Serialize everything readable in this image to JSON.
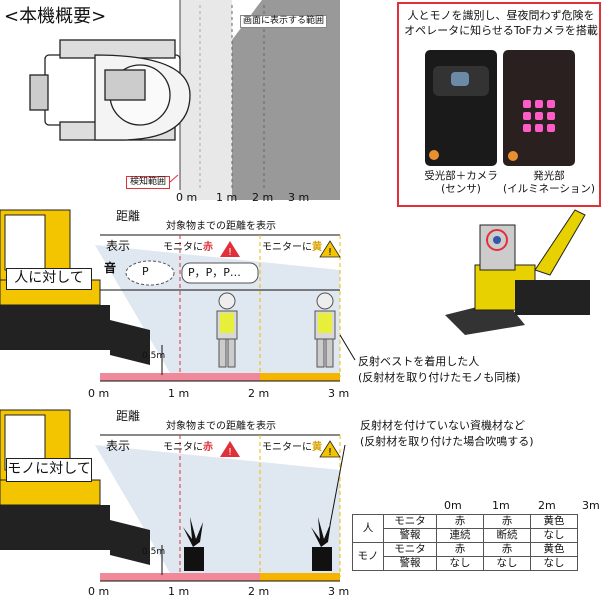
{
  "title": "<本機概要>",
  "top_view": {
    "screen_range_label": "画面に表示する範囲",
    "detect_range_label": "検知範囲",
    "distances": [
      "0 m",
      "1 m",
      "2 m",
      "3 m"
    ]
  },
  "camera_box": {
    "title_line1": "人とモノを識別し、昼夜問わず危険を",
    "title_line2": "オペレータに知らせるToFカメラを搭載",
    "left_caption_line1": "受光部＋カメラ",
    "left_caption_line2": "(センサ)",
    "right_caption_line1": "発光部",
    "right_caption_line2": "(イルミネーション)"
  },
  "person_panel": {
    "label": "人に対して",
    "distance_label": "距離",
    "distance_desc": "対象物までの距離を表示",
    "display_label": "表示",
    "sound_label": "音",
    "monitor_red": "モニタに",
    "monitor_red_word": "赤",
    "monitor_yellow": "モニターに",
    "monitor_yellow_word": "黄",
    "beep_single": "P",
    "beep_multi": "P，P，P…",
    "height_label": "0.5m",
    "axis": [
      "0 m",
      "1 m",
      "2 m",
      "3 m"
    ]
  },
  "vest_note_line1": "反射ベストを着用した人",
  "vest_note_line2": "(反射材を取り付けたモノも同様)",
  "object_note_line1": "反射材を付けていない資機材など",
  "object_note_line2": "(反射材を取り付けた場合吹鳴する)",
  "object_panel": {
    "label": "モノに対して",
    "distance_label": "距離",
    "distance_desc": "対象物までの距離を表示",
    "display_label": "表示",
    "monitor_red": "モニタに",
    "monitor_red_word": "赤",
    "monitor_yellow": "モニターに",
    "monitor_yellow_word": "黄",
    "height_label": "0.5m",
    "axis": [
      "0 m",
      "1 m",
      "2 m",
      "3 m"
    ]
  },
  "summary_table": {
    "header": [
      "0m",
      "1m",
      "2m",
      "3m"
    ],
    "rows": [
      {
        "group": "人",
        "type": "モニタ",
        "c1": "赤",
        "c2": "赤",
        "c3": "黄色"
      },
      {
        "group": "",
        "type": "警報",
        "c1": "連続",
        "c2": "断続",
        "c3": "なし"
      },
      {
        "group": "モノ",
        "type": "モニタ",
        "c1": "赤",
        "c2": "赤",
        "c3": "黄色"
      },
      {
        "group": "",
        "type": "警報",
        "c1": "なし",
        "c2": "なし",
        "c3": "なし"
      }
    ]
  },
  "colors": {
    "red": "#e0303a",
    "yellow": "#f2b800",
    "pink": "#f08a9a",
    "orange": "#f5b400"
  }
}
